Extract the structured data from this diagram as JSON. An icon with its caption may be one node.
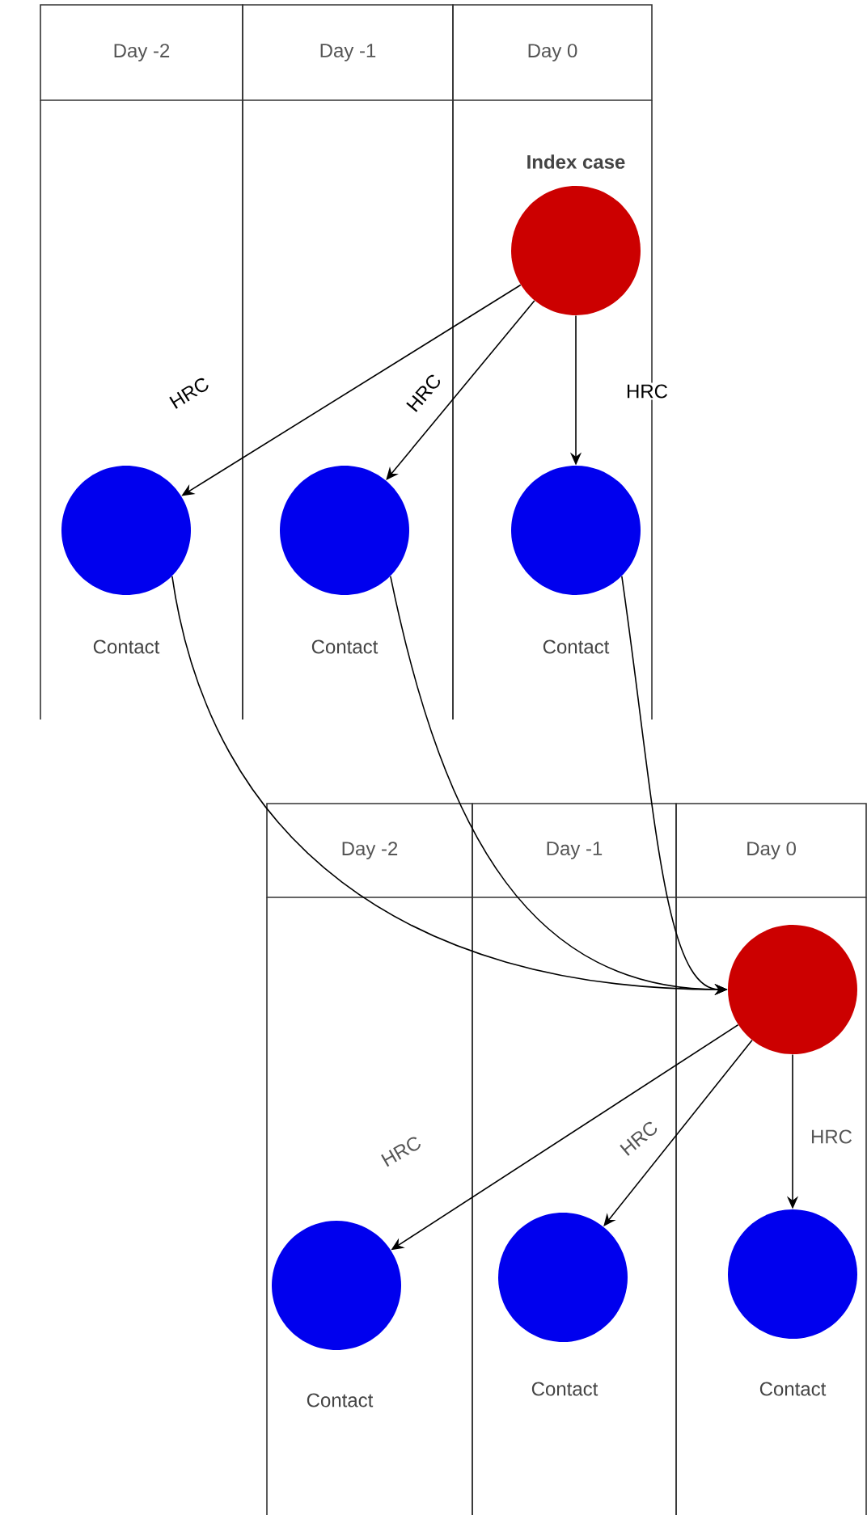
{
  "diagram": {
    "nodes": [
      {
        "text": [
          "Day -2"
        ]
      },
      {
        "text": [
          "Day -1"
        ]
      },
      {
        "text": [
          "Day 0"
        ]
      },
      {
        "text": [],
        "shape": "circle",
        "in": 2,
        "beside": [
          "Index case"
        ]
      },
      {
        "text": [],
        "shape": "circle",
        "in": 0,
        "beside": [
          "Contact"
        ]
      },
      {
        "text": [],
        "shape": "circle",
        "in": 1,
        "beside": [
          "Contact"
        ]
      },
      {
        "text": [],
        "shape": "circle",
        "in": 2,
        "beside": [
          "Contact"
        ]
      },
      {
        "text": [
          "Day -2"
        ]
      },
      {
        "text": [
          "Day -1"
        ]
      },
      {
        "text": [
          "Day 0"
        ]
      },
      {
        "text": [],
        "shape": "circle",
        "in": 9
      },
      {
        "text": [],
        "shape": "circle",
        "in": 7,
        "beside": [
          "Contact"
        ]
      },
      {
        "text": [],
        "shape": "circle",
        "in": 8,
        "beside": [
          "Contact"
        ]
      },
      {
        "text": [],
        "shape": "circle",
        "in": 9,
        "beside": [
          "Contact"
        ]
      }
    ],
    "edges": [
      {
        "from": 3,
        "to": 4,
        "arrow": "to",
        "label": "HRC"
      },
      {
        "from": 3,
        "to": 5,
        "arrow": "to",
        "label": "HRC"
      },
      {
        "from": 3,
        "to": 6,
        "arrow": "to",
        "label": "HRC"
      },
      {
        "from": 4,
        "to": 10,
        "arrow": "to"
      },
      {
        "from": 5,
        "to": 10,
        "arrow": "to"
      },
      {
        "from": 6,
        "to": 10,
        "arrow": "to"
      },
      {
        "from": 10,
        "to": 11,
        "arrow": "to",
        "label": "HRC"
      },
      {
        "from": 10,
        "to": 12,
        "arrow": "to",
        "label": "HRC"
      },
      {
        "from": 10,
        "to": 13,
        "arrow": "to",
        "label": "HRC"
      }
    ]
  }
}
